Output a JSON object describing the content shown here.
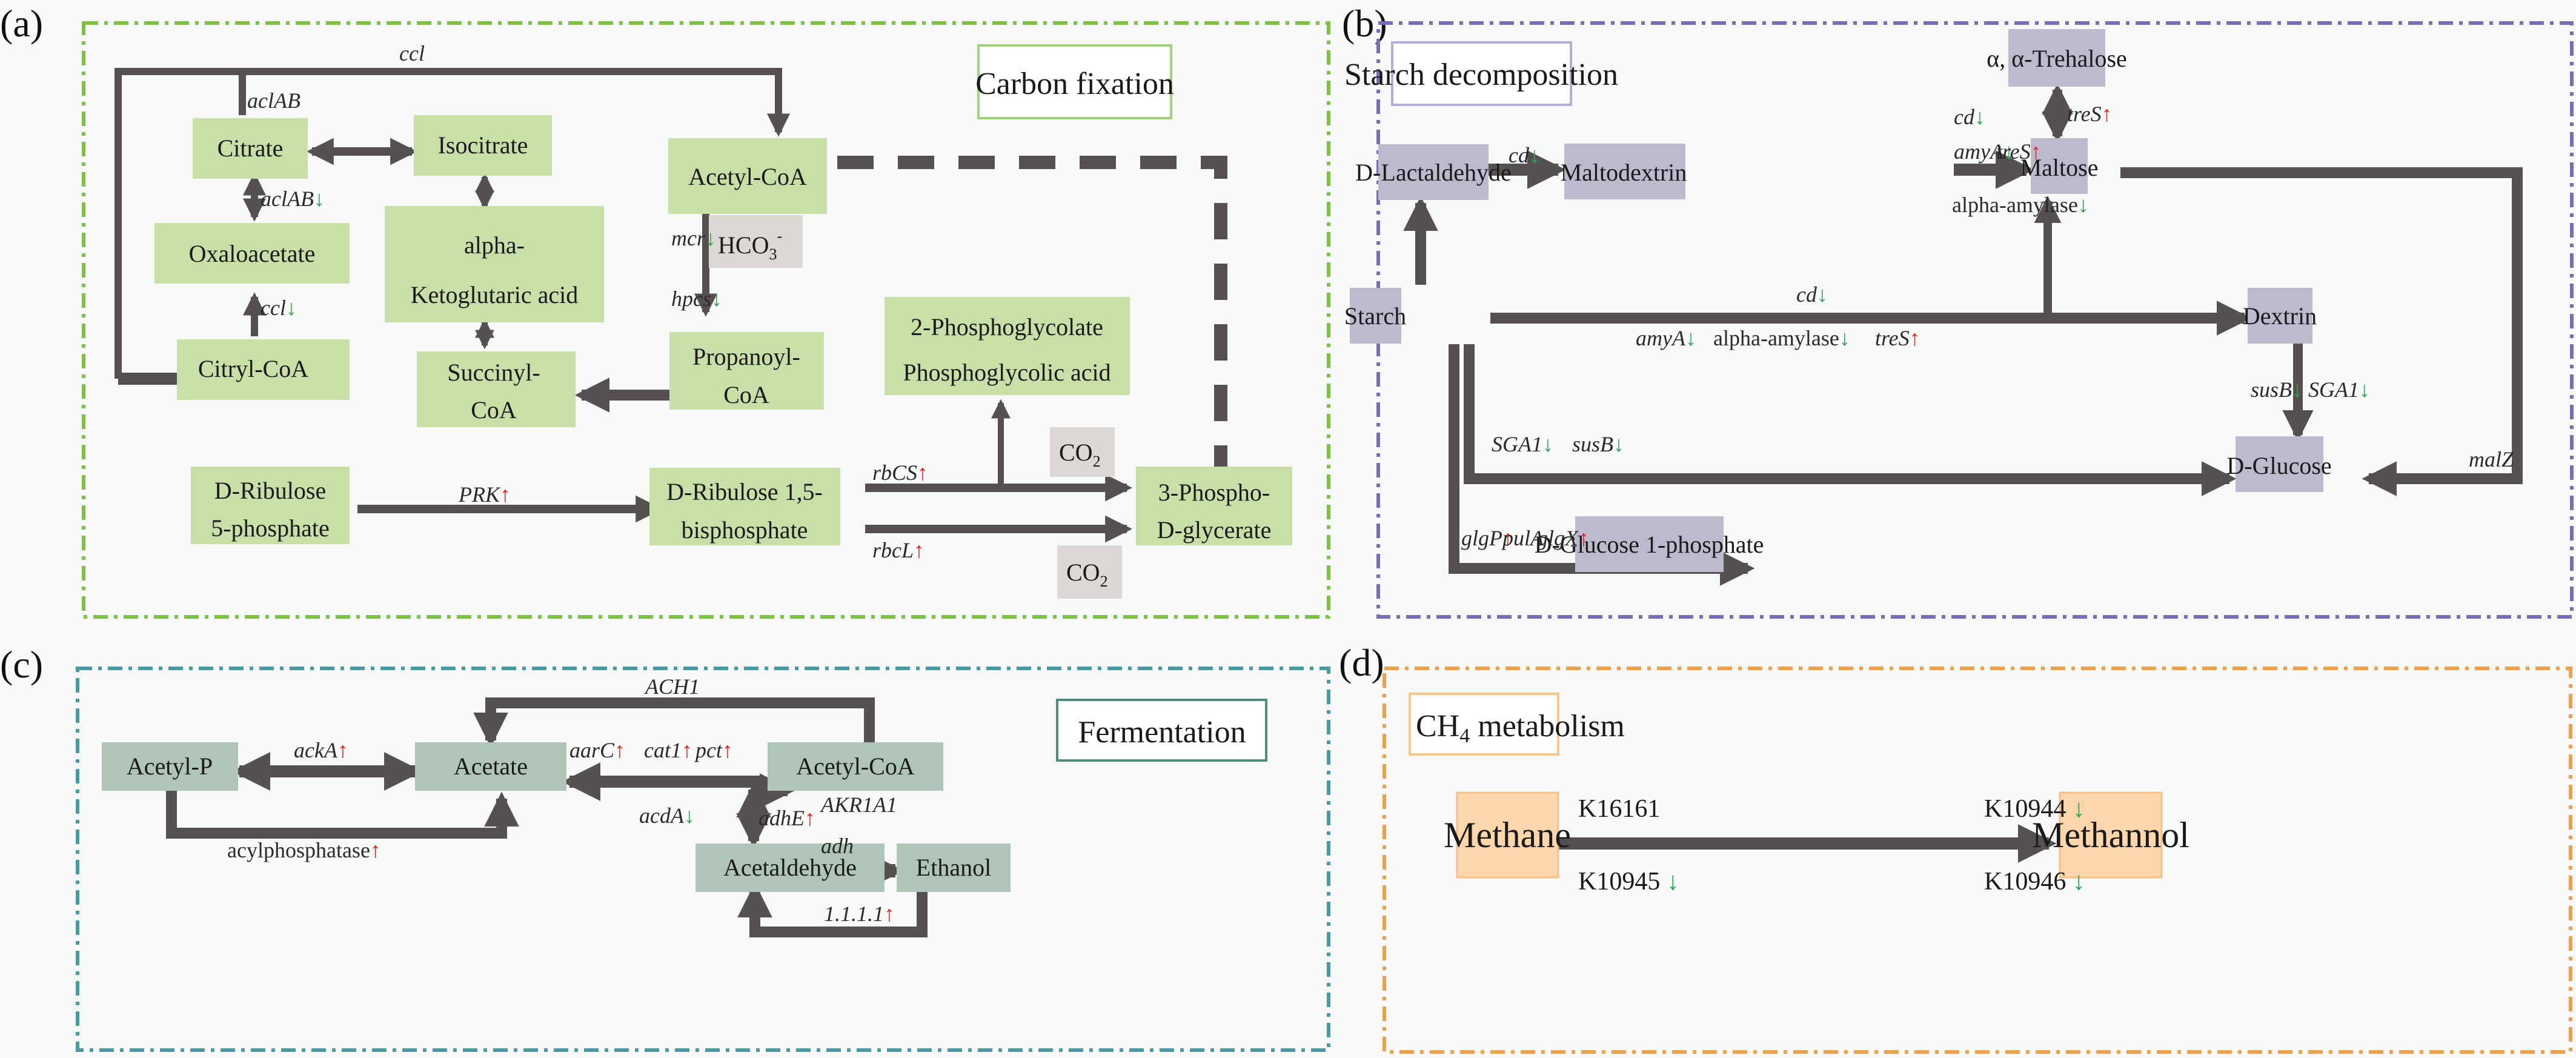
{
  "colors": {
    "background": "#f8fafa",
    "edge": "#565150",
    "up_arrow": "#e8201e",
    "down_arrow": "#2ea44f",
    "panel_a_border": "#7dc242",
    "panel_a_node": "#c8e0a8",
    "panel_b_border": "#7b6bb8",
    "panel_b_node": "#bcbacd",
    "panel_c_border": "#4a9aa6",
    "panel_c_node": "#afc5b8",
    "panel_d_border": "#f0a04b",
    "panel_d_node": "#fdd7ab",
    "cofactor_node": "#ddd8d6"
  },
  "panels": {
    "a": {
      "label": "(a)",
      "title": "Carbon fixation",
      "nodes": {
        "citrate": "Citrate",
        "isocitrate": "Isocitrate",
        "oxaloacetate": "Oxaloacetate",
        "akg_line1": "alpha-",
        "akg_line2": "Ketoglutaric acid",
        "citryl_coa": "Citryl-CoA",
        "succinyl_line1": "Succinyl-",
        "succinyl_line2": "CoA",
        "acetyl_coa": "Acetyl-CoA",
        "hco3": "HCO",
        "hco3_sub": "3",
        "hco3_sup": "-",
        "propanoyl_line1": "Propanoyl-",
        "propanoyl_line2": "CoA",
        "phosphoglycolate_line1": "2-Phosphoglycolate",
        "phosphoglycolate_line2": "Phosphoglycolic acid",
        "ru5p_line1": "D-Ribulose",
        "ru5p_line2": "5-phosphate",
        "rubp_line1": "D-Ribulose 1,5-",
        "rubp_line2": "bisphosphate",
        "co2_top": "CO",
        "co2_bottom": "CO",
        "co2_sub": "2",
        "pga_line1": "3-Phospho-",
        "pga_line2": "D-glycerate"
      },
      "genes": {
        "ccl_top": {
          "name": "ccl",
          "reg": ""
        },
        "aclAB_top": {
          "name": "aclAB",
          "reg": ""
        },
        "aclAB_mid": {
          "name": "aclAB",
          "reg": "down"
        },
        "ccl_mid": {
          "name": "ccl",
          "reg": "down"
        },
        "mcr": {
          "name": "mcr",
          "reg": "down"
        },
        "hpcs": {
          "name": "hpcs",
          "reg": "down"
        },
        "PRK": {
          "name": "PRK",
          "reg": "up"
        },
        "rbCS": {
          "name": "rbCS",
          "reg": "up"
        },
        "rbcL": {
          "name": "rbcL",
          "reg": "up"
        }
      }
    },
    "b": {
      "label": "(b)",
      "title": "Starch decomposition",
      "nodes": {
        "trehalose": "α, α-Trehalose",
        "lactaldehyde": "D-Lactaldehyde",
        "maltodextrin": "Maltodextrin",
        "maltose": "Maltose",
        "starch": "Starch",
        "dextrin": "Dextrin",
        "glucose": "D-Glucose",
        "glucose1p": "D-Glucose 1-phosphate"
      },
      "genes": {
        "cd_lact": {
          "name": "cd",
          "reg": "down"
        },
        "cd_malt": {
          "name": "cd",
          "reg": "down"
        },
        "amyA_malt": {
          "name": "amyA",
          "reg": "down"
        },
        "treS_malt": {
          "name": "treS",
          "reg": "up"
        },
        "alpha_amylase_malt": {
          "name": "alpha-amylase",
          "reg": "down"
        },
        "treS_treh": {
          "name": "treS",
          "reg": "up"
        },
        "cd_starch": {
          "name": "cd",
          "reg": "down"
        },
        "amyA_starch": {
          "name": "amyA",
          "reg": "down"
        },
        "alpha_amylase_starch": {
          "name": "alpha-amylase",
          "reg": "down"
        },
        "treS_starch": {
          "name": "treS",
          "reg": "up"
        },
        "susB_dex": {
          "name": "susB",
          "reg": "down"
        },
        "SGA1_dex": {
          "name": "SGA1",
          "reg": "down"
        },
        "SGA1_glc": {
          "name": "SGA1",
          "reg": "down"
        },
        "susB_glc": {
          "name": "susB",
          "reg": "down"
        },
        "malZ": {
          "name": "malZ",
          "reg": ""
        },
        "glgP": {
          "name": "glgP",
          "reg": "up"
        },
        "pulA": {
          "name": "pulA",
          "reg": ""
        },
        "glgX": {
          "name": "glgX",
          "reg": "up"
        }
      }
    },
    "c": {
      "label": "(c)",
      "title": "Fermentation",
      "nodes": {
        "acetyl_p": "Acetyl-P",
        "acetate": "Acetate",
        "acetyl_coa": "Acetyl-CoA",
        "acetaldehyde": "Acetaldehyde",
        "ethanol": "Ethanol"
      },
      "genes": {
        "ACH1": {
          "name": "ACH1",
          "reg": ""
        },
        "ackA": {
          "name": "ackA",
          "reg": "up"
        },
        "aarC": {
          "name": "aarC",
          "reg": "up"
        },
        "cat1": {
          "name": "cat1",
          "reg": "up"
        },
        "pct": {
          "name": "pct",
          "reg": "up"
        },
        "acdA": {
          "name": "acdA",
          "reg": "down"
        },
        "acylphosphatase": {
          "name": "acylphosphatase",
          "reg": "up"
        },
        "adhE": {
          "name": "adhE",
          "reg": "up"
        },
        "AKR1A1": {
          "name": "AKR1A1",
          "reg": ""
        },
        "adh": {
          "name": "adh",
          "reg": ""
        },
        "ec1111": {
          "name": "1.1.1.1",
          "reg": "up"
        }
      }
    },
    "d": {
      "label": "(d)",
      "title_main": "CH",
      "title_sub": "4",
      "title_rest": " metabolism",
      "nodes": {
        "methane": "Methane",
        "methanol": "Methannol"
      },
      "kos": {
        "K16161": {
          "name": "K16161",
          "reg": ""
        },
        "K10944": {
          "name": "K10944",
          "reg": "down"
        },
        "K10945": {
          "name": "K10945",
          "reg": "down"
        },
        "K10946": {
          "name": "K10946",
          "reg": "down"
        }
      }
    }
  }
}
